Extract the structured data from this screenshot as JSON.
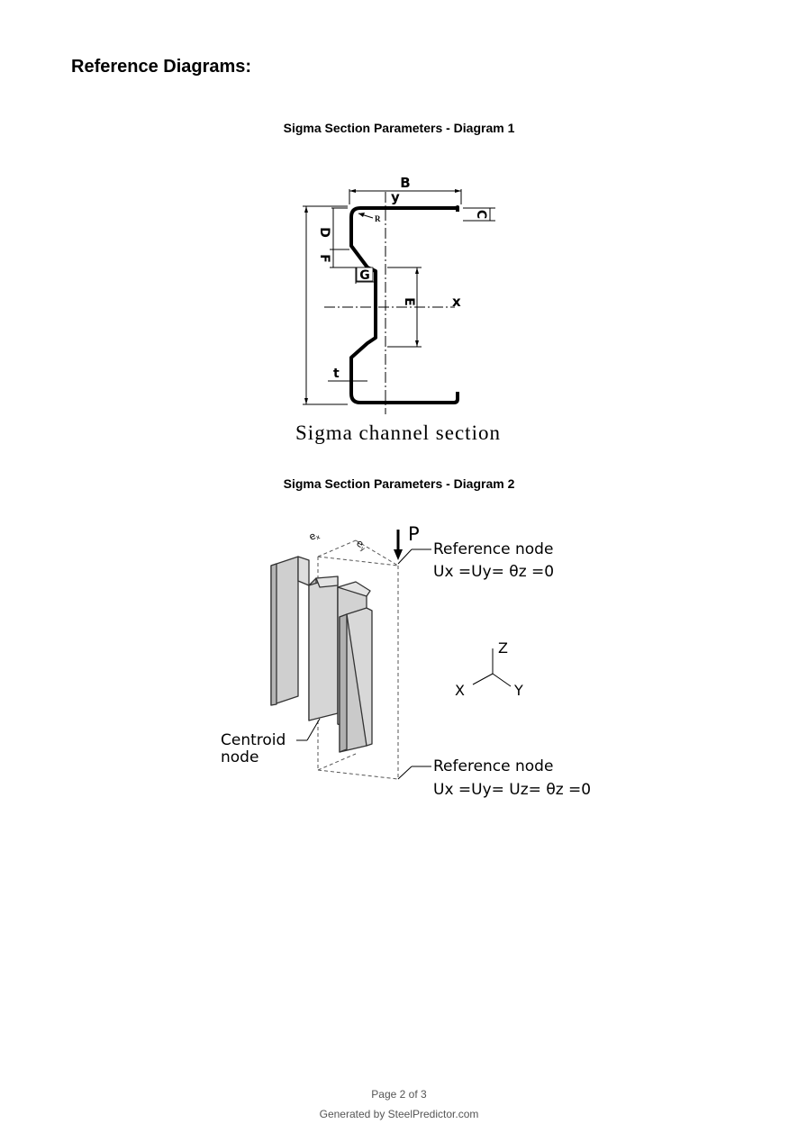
{
  "page": {
    "heading": "Reference Diagrams:",
    "diagram1": {
      "caption": "Sigma Section Parameters - Diagram 1",
      "labels": {
        "B": "B",
        "y": "y",
        "x": "x",
        "R": "R",
        "C": "C",
        "D": "D",
        "F": "F",
        "G": "G",
        "E": "E",
        "t": "t"
      },
      "figure_title": "Sigma channel section"
    },
    "diagram2": {
      "caption": "Sigma Section Parameters - Diagram 2",
      "load": "P",
      "ex": "e",
      "ex_sub": "x",
      "ey": "e",
      "ey_sub": "y",
      "ref_top_title": "Reference node",
      "ref_top_eq": "Ux =Uy= θz =0",
      "ref_bottom_title": "Reference node",
      "ref_bottom_eq": "Ux =Uy= Uz= θz =0",
      "centroid_line1": "Centroid",
      "centroid_line2": "node",
      "axis_z": "Z",
      "axis_x": "X",
      "axis_y": "Y"
    },
    "footer": {
      "page_number": "Page 2 of 3",
      "generated_by": "Generated by SteelPredictor.com"
    }
  }
}
